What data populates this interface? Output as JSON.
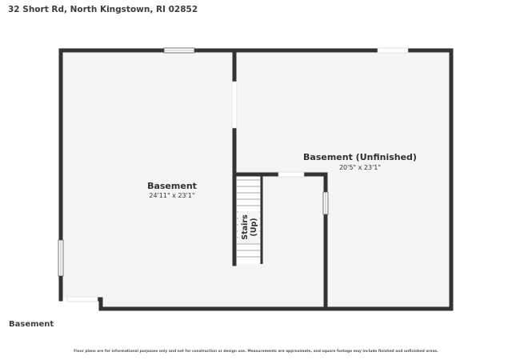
{
  "header": {
    "address": "32 Short Rd, North Kingstown, RI 02852"
  },
  "floor": {
    "name": "Basement"
  },
  "rooms": [
    {
      "name": "Basement",
      "dimensions": "24'11\" x 23'1\""
    },
    {
      "name": "Basement (Unfinished)",
      "dimensions": "20'5\" x 23'1\""
    }
  ],
  "stairs": {
    "label_line1": "Stairs",
    "label_line2": "(Up)"
  },
  "footer": {
    "disclaimer": "Floor plans are for informational purposes only and not for construction or design use. Measurements are approximate, and square footage may include finished and unfinished areas."
  },
  "colors": {
    "wall": "#333333",
    "floor_fill": "#f5f5f5",
    "background": "#ffffff"
  }
}
